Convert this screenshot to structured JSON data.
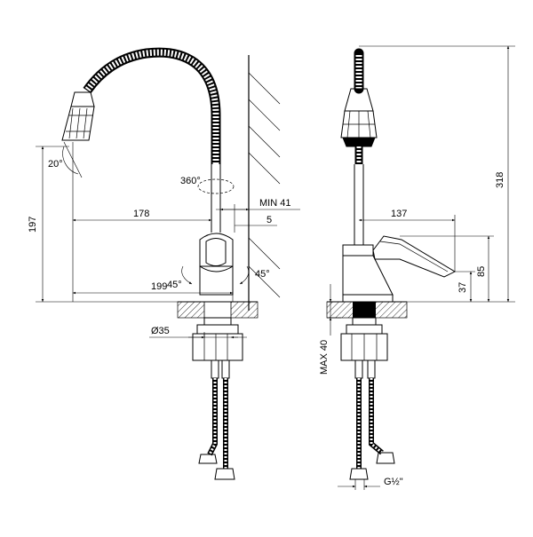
{
  "dimensions": {
    "angle_spout_tilt": "20°",
    "angle_rotation": "360°",
    "height_197": "197",
    "reach_178": "178",
    "min_wall": "MIN 41",
    "offset_5": "5",
    "reach_199": "199",
    "angle_left": "45°",
    "angle_right": "45°",
    "diameter": "Ø35",
    "max_thickness": "MAX 40",
    "side_137": "137",
    "side_318": "318",
    "side_85": "85",
    "side_37": "37",
    "thread": "G½\""
  }
}
